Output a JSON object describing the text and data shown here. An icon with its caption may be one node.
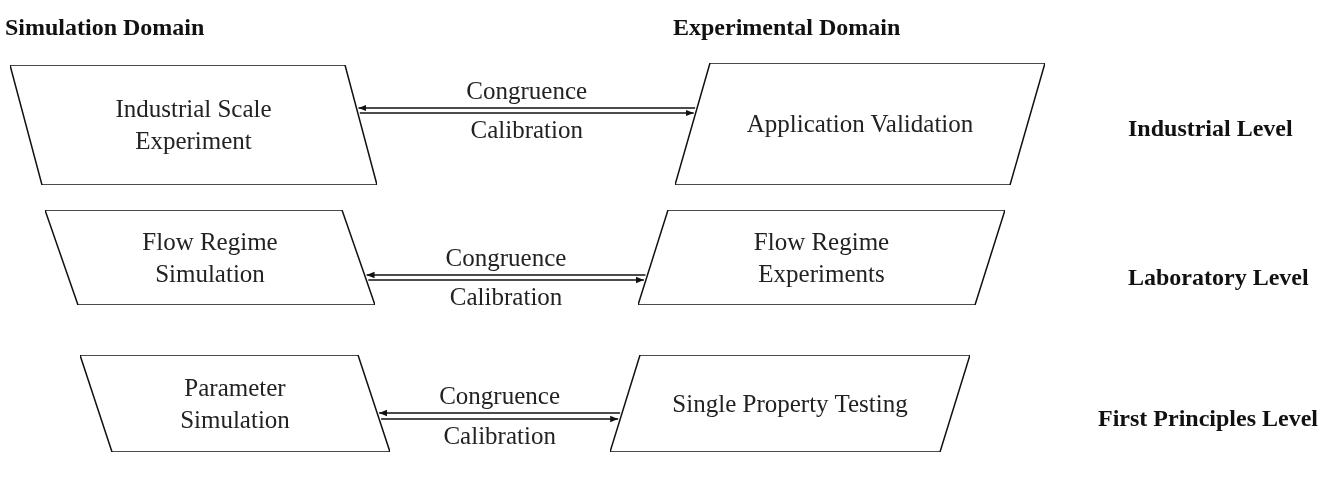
{
  "diagram": {
    "nodes": [
      {
        "text": [
          "Industrial Scale Experiment"
        ]
      },
      {
        "text": [
          "Application Validation"
        ]
      },
      {
        "text": [
          "Flow Regime Simulation"
        ]
      },
      {
        "text": [
          "Flow Regime Experiments"
        ]
      },
      {
        "text": [
          "Parameter Simulation"
        ]
      },
      {
        "text": [
          "Single Property Testing"
        ]
      }
    ],
    "edges": [
      {
        "from": 1,
        "to": 0,
        "arrow": "to",
        "label": "Congruence"
      },
      {
        "from": 0,
        "to": 1,
        "arrow": "to",
        "label": "Calibration"
      },
      {
        "from": 3,
        "to": 2,
        "arrow": "to",
        "label": "Congruence"
      },
      {
        "from": 2,
        "to": 3,
        "arrow": "to",
        "label": "Calibration"
      },
      {
        "from": 5,
        "to": 4,
        "arrow": "to",
        "label": "Congruence"
      },
      {
        "from": 4,
        "to": 5,
        "arrow": "to",
        "label": "Calibration"
      }
    ],
    "labels": [
      "Simulation Domain",
      "Experimental Domain",
      "Industrial Level",
      "Laboratory Level",
      "First Principles Level"
    ]
  }
}
